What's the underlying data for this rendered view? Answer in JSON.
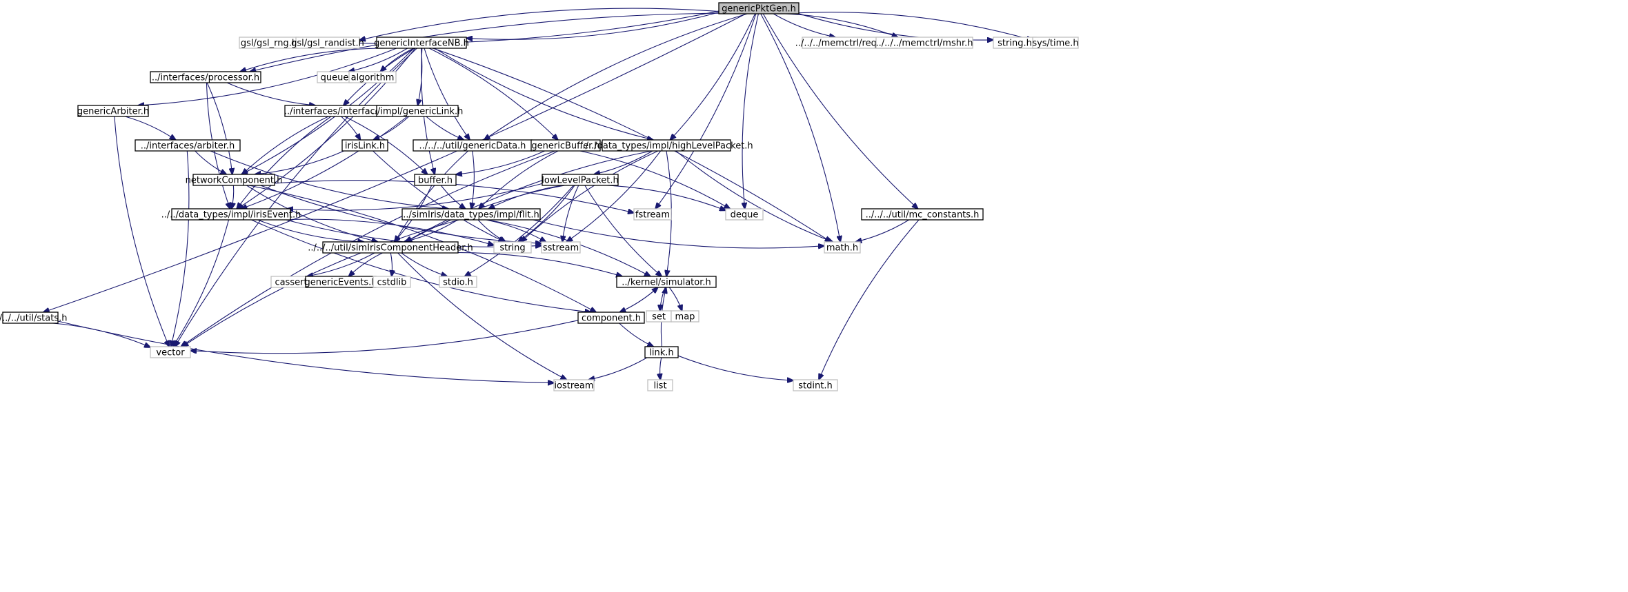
{
  "diagram": {
    "edge_color": "#191970",
    "root_fill": "#bfbfbf",
    "internal_border": "#000000",
    "external_border": "#bfbfbf"
  },
  "nodes": [
    {
      "id": "genericPktGen",
      "label": "genericPktGen.h",
      "kind": "root"
    },
    {
      "id": "gsl_rng",
      "label": "gsl/gsl_rng.h",
      "kind": "external"
    },
    {
      "id": "gsl_randist",
      "label": "gsl/gsl_randist.h",
      "kind": "external"
    },
    {
      "id": "genericInterfaceNB",
      "label": "genericInterfaceNB.h",
      "kind": "internal"
    },
    {
      "id": "request",
      "label": "../../../memctrl/request.h",
      "kind": "external"
    },
    {
      "id": "mshr",
      "label": "../../../memctrl/mshr.h",
      "kind": "external"
    },
    {
      "id": "string_h",
      "label": "string.h",
      "kind": "external"
    },
    {
      "id": "sys_time",
      "label": "sys/time.h",
      "kind": "external"
    },
    {
      "id": "processor",
      "label": "../interfaces/processor.h",
      "kind": "internal"
    },
    {
      "id": "queue",
      "label": "queue",
      "kind": "external"
    },
    {
      "id": "algorithm",
      "label": "algorithm",
      "kind": "external"
    },
    {
      "id": "genericArbiter",
      "label": "genericArbiter.h",
      "kind": "internal"
    },
    {
      "id": "interface",
      "label": "../interfaces/interface.h",
      "kind": "internal"
    },
    {
      "id": "genericLink",
      "label": "../impl/genericLink.h",
      "kind": "internal"
    },
    {
      "id": "arbiter",
      "label": "../interfaces/arbiter.h",
      "kind": "internal"
    },
    {
      "id": "irisLink",
      "label": "irisLink.h",
      "kind": "internal"
    },
    {
      "id": "genericData",
      "label": "../../../util/genericData.h",
      "kind": "internal"
    },
    {
      "id": "genericBuffer",
      "label": "genericBuffer.h",
      "kind": "internal"
    },
    {
      "id": "highLevelPacket",
      "label": "../../data_types/impl/highLevelPacket.h",
      "kind": "internal"
    },
    {
      "id": "networkComponent",
      "label": "networkComponent.h",
      "kind": "internal"
    },
    {
      "id": "buffer",
      "label": "buffer.h",
      "kind": "internal"
    },
    {
      "id": "lowLevelPacket",
      "label": "lowLevelPacket.h",
      "kind": "internal"
    },
    {
      "id": "irisEvent",
      "label": "../../data_types/impl/irisEvent.h",
      "kind": "internal"
    },
    {
      "id": "flit",
      "label": "../simIris/data_types/impl/flit.h",
      "kind": "internal"
    },
    {
      "id": "fstream",
      "label": "fstream",
      "kind": "external"
    },
    {
      "id": "deque",
      "label": "deque",
      "kind": "external"
    },
    {
      "id": "mc_constants",
      "label": "../../../util/mc_constants.h",
      "kind": "internal"
    },
    {
      "id": "simIrisComponentHeader",
      "label": "../../../util/simIrisComponentHeader.h",
      "kind": "internal"
    },
    {
      "id": "string",
      "label": "string",
      "kind": "external"
    },
    {
      "id": "sstream",
      "label": "sstream",
      "kind": "external"
    },
    {
      "id": "math",
      "label": "math.h",
      "kind": "external"
    },
    {
      "id": "cassert",
      "label": "cassert",
      "kind": "external"
    },
    {
      "id": "genericEvents",
      "label": "genericEvents.h",
      "kind": "internal"
    },
    {
      "id": "cstdlib",
      "label": "cstdlib",
      "kind": "external"
    },
    {
      "id": "stdio",
      "label": "stdio.h",
      "kind": "external"
    },
    {
      "id": "simulator",
      "label": "../kernel/simulator.h",
      "kind": "internal"
    },
    {
      "id": "set",
      "label": "set",
      "kind": "external"
    },
    {
      "id": "map",
      "label": "map",
      "kind": "external"
    },
    {
      "id": "stats",
      "label": "../../../util/stats.h",
      "kind": "internal"
    },
    {
      "id": "component",
      "label": "component.h",
      "kind": "internal"
    },
    {
      "id": "vector",
      "label": "vector",
      "kind": "external"
    },
    {
      "id": "link",
      "label": "link.h",
      "kind": "internal"
    },
    {
      "id": "list",
      "label": "list",
      "kind": "external"
    },
    {
      "id": "iostream",
      "label": "iostream",
      "kind": "external"
    },
    {
      "id": "stdint",
      "label": "stdint.h",
      "kind": "external"
    }
  ],
  "edges": [
    [
      "genericPktGen",
      "gsl_rng"
    ],
    [
      "genericPktGen",
      "gsl_randist"
    ],
    [
      "genericPktGen",
      "genericInterfaceNB"
    ],
    [
      "genericPktGen",
      "request"
    ],
    [
      "genericPktGen",
      "mshr"
    ],
    [
      "genericPktGen",
      "string_h"
    ],
    [
      "genericPktGen",
      "sys_time"
    ],
    [
      "genericPktGen",
      "processor"
    ],
    [
      "genericPktGen",
      "stats"
    ],
    [
      "genericPktGen",
      "genericData"
    ],
    [
      "genericPktGen",
      "highLevelPacket"
    ],
    [
      "genericPktGen",
      "mc_constants"
    ],
    [
      "genericPktGen",
      "fstream"
    ],
    [
      "genericPktGen",
      "deque"
    ],
    [
      "genericPktGen",
      "math"
    ],
    [
      "genericInterfaceNB",
      "processor"
    ],
    [
      "genericInterfaceNB",
      "queue"
    ],
    [
      "genericInterfaceNB",
      "algorithm"
    ],
    [
      "genericInterfaceNB",
      "genericArbiter"
    ],
    [
      "genericInterfaceNB",
      "interface"
    ],
    [
      "genericInterfaceNB",
      "genericLink"
    ],
    [
      "genericInterfaceNB",
      "genericData"
    ],
    [
      "genericInterfaceNB",
      "genericBuffer"
    ],
    [
      "genericInterfaceNB",
      "highLevelPacket"
    ],
    [
      "genericInterfaceNB",
      "networkComponent"
    ],
    [
      "genericInterfaceNB",
      "buffer"
    ],
    [
      "genericInterfaceNB",
      "irisEvent"
    ],
    [
      "genericInterfaceNB",
      "vector"
    ],
    [
      "genericInterfaceNB",
      "math"
    ],
    [
      "processor",
      "interface"
    ],
    [
      "processor",
      "networkComponent"
    ],
    [
      "processor",
      "irisEvent"
    ],
    [
      "genericArbiter",
      "arbiter"
    ],
    [
      "genericArbiter",
      "vector"
    ],
    [
      "interface",
      "irisLink"
    ],
    [
      "interface",
      "networkComponent"
    ],
    [
      "interface",
      "buffer"
    ],
    [
      "interface",
      "irisEvent"
    ],
    [
      "genericLink",
      "irisLink"
    ],
    [
      "genericLink",
      "genericData"
    ],
    [
      "genericLink",
      "irisEvent"
    ],
    [
      "arbiter",
      "networkComponent"
    ],
    [
      "arbiter",
      "vector"
    ],
    [
      "arbiter",
      "flit"
    ],
    [
      "irisLink",
      "networkComponent"
    ],
    [
      "irisLink",
      "string"
    ],
    [
      "genericData",
      "flit"
    ],
    [
      "genericData",
      "simIrisComponentHeader"
    ],
    [
      "genericBuffer",
      "buffer"
    ],
    [
      "genericBuffer",
      "flit"
    ],
    [
      "genericBuffer",
      "deque"
    ],
    [
      "genericBuffer",
      "vector"
    ],
    [
      "highLevelPacket",
      "lowLevelPacket"
    ],
    [
      "highLevelPacket",
      "string"
    ],
    [
      "highLevelPacket",
      "sstream"
    ],
    [
      "highLevelPacket",
      "math"
    ],
    [
      "highLevelPacket",
      "simulator"
    ],
    [
      "highLevelPacket",
      "simIrisComponentHeader"
    ],
    [
      "networkComponent",
      "irisEvent"
    ],
    [
      "networkComponent",
      "simIrisComponentHeader"
    ],
    [
      "networkComponent",
      "fstream"
    ],
    [
      "networkComponent",
      "sstream"
    ],
    [
      "networkComponent",
      "component"
    ],
    [
      "buffer",
      "flit"
    ],
    [
      "buffer",
      "simIrisComponentHeader"
    ],
    [
      "lowLevelPacket",
      "flit"
    ],
    [
      "lowLevelPacket",
      "string"
    ],
    [
      "lowLevelPacket",
      "sstream"
    ],
    [
      "lowLevelPacket",
      "deque"
    ],
    [
      "lowLevelPacket",
      "simulator"
    ],
    [
      "lowLevelPacket",
      "stdio"
    ],
    [
      "lowLevelPacket",
      "simIrisComponentHeader"
    ],
    [
      "lowLevelPacket",
      "irisEvent"
    ],
    [
      "irisEvent",
      "simIrisComponentHeader"
    ],
    [
      "irisEvent",
      "string"
    ],
    [
      "irisEvent",
      "sstream"
    ],
    [
      "irisEvent",
      "vector"
    ],
    [
      "irisEvent",
      "component"
    ],
    [
      "flit",
      "simIrisComponentHeader"
    ],
    [
      "flit",
      "string"
    ],
    [
      "flit",
      "sstream"
    ],
    [
      "flit",
      "math"
    ],
    [
      "flit",
      "simulator"
    ],
    [
      "flit",
      "vector"
    ],
    [
      "simIrisComponentHeader",
      "cassert"
    ],
    [
      "simIrisComponentHeader",
      "genericEvents"
    ],
    [
      "simIrisComponentHeader",
      "cstdlib"
    ],
    [
      "simIrisComponentHeader",
      "stdio"
    ],
    [
      "simIrisComponentHeader",
      "simulator"
    ],
    [
      "simIrisComponentHeader",
      "iostream"
    ],
    [
      "mc_constants",
      "math"
    ],
    [
      "mc_constants",
      "stdint"
    ],
    [
      "simulator",
      "component"
    ],
    [
      "simulator",
      "set"
    ],
    [
      "simulator",
      "map"
    ],
    [
      "component",
      "simulator"
    ],
    [
      "component",
      "vector"
    ],
    [
      "component",
      "link"
    ],
    [
      "link",
      "simulator"
    ],
    [
      "link",
      "list"
    ],
    [
      "link",
      "iostream"
    ],
    [
      "link",
      "stdint"
    ],
    [
      "stats",
      "vector"
    ],
    [
      "stats",
      "iostream"
    ]
  ]
}
